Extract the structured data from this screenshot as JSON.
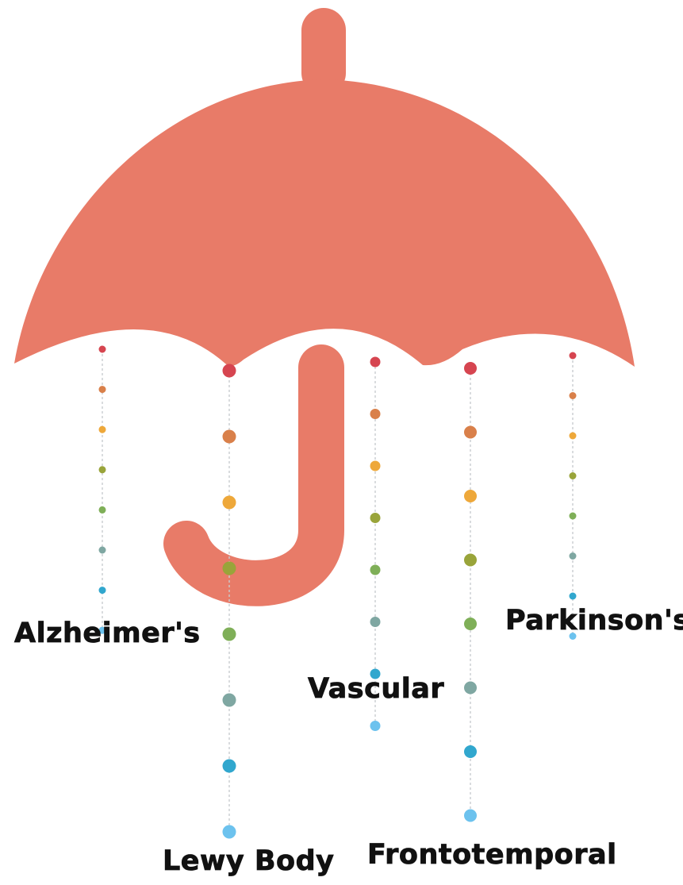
{
  "umbrella_color": "#E87B68",
  "dot_colors": [
    "#D64550",
    "#D9804A",
    "#EEA83A",
    "#99A43A",
    "#7FAF58",
    "#7FA7A2",
    "#31A7CE",
    "#6CC2EE"
  ],
  "icons": [
    "umbrella-icon"
  ],
  "categories": [
    {
      "id": "alzheimers",
      "label": "Alzheimer's"
    },
    {
      "id": "lewy-body",
      "label": "Lewy Body"
    },
    {
      "id": "vascular",
      "label": "Vascular"
    },
    {
      "id": "frontotemporal",
      "label": "Frontotemporal"
    },
    {
      "id": "parkinsons",
      "label": "Parkinson's"
    }
  ]
}
